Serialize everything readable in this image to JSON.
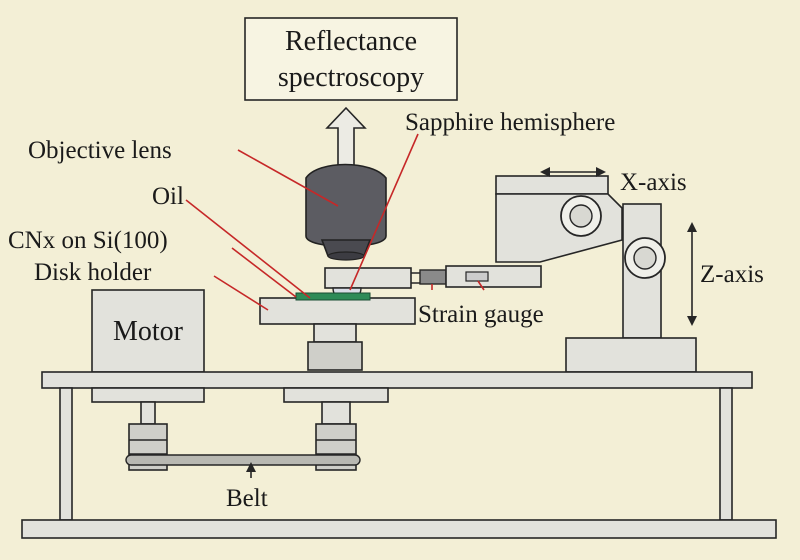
{
  "labels": {
    "reflectance_line1": "Reflectance",
    "reflectance_line2": "spectroscopy",
    "sapphire": "Sapphire hemisphere",
    "objective": "Objective lens",
    "oil": "Oil",
    "cnx": "CNx on Si(100)",
    "disk_holder": "Disk holder",
    "x_axis": "X-axis",
    "z_axis": "Z-axis",
    "motor": "Motor",
    "strain_gauge": "Strain gauge",
    "belt": "Belt"
  },
  "colors": {
    "background": "#f3efd6",
    "leader_line": "#c62828",
    "sample_film": "#2e8b57",
    "lens_body": "#5c5c62"
  }
}
